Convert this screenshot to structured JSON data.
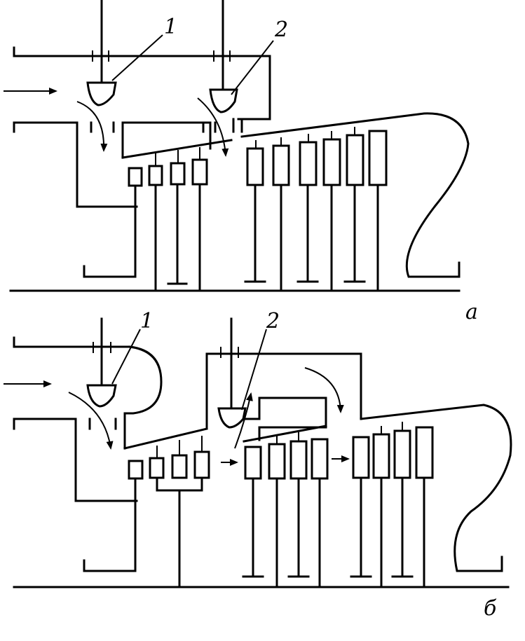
{
  "diagrams": [
    {
      "label": "а",
      "valve_labels": [
        "1",
        "2"
      ]
    },
    {
      "label": "б",
      "valve_labels": [
        "1",
        "2"
      ]
    }
  ],
  "colors": {
    "line": "#000000",
    "background": "#ffffff"
  }
}
